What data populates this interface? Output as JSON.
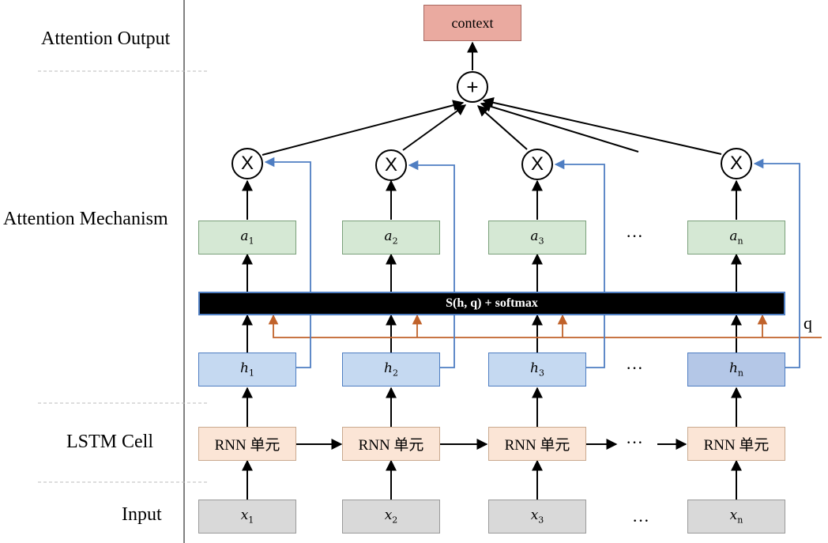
{
  "layers": {
    "output": "Attention Output",
    "mechanism": "Attention Mechanism",
    "lstm": "LSTM Cell",
    "input": "Input"
  },
  "context_label": "context",
  "sum_symbol": "+",
  "mult_symbol": "X",
  "score_label": "S(h, q) + softmax",
  "query_label": "q",
  "ellipsis": "···",
  "columns": [
    {
      "x": "x",
      "x_sub": "1",
      "rnn": "RNN 单元",
      "h": "h",
      "h_sub": "1",
      "a": "a",
      "a_sub": "1"
    },
    {
      "x": "x",
      "x_sub": "2",
      "rnn": "RNN 单元",
      "h": "h",
      "h_sub": "2",
      "a": "a",
      "a_sub": "2"
    },
    {
      "x": "x",
      "x_sub": "3",
      "rnn": "RNN 单元",
      "h": "h",
      "h_sub": "3",
      "a": "a",
      "a_sub": "3"
    },
    {
      "x": "x",
      "x_sub": "n",
      "rnn": "RNN 单元",
      "h": "h",
      "h_sub": "n",
      "a": "a",
      "a_sub": "n"
    }
  ],
  "colors": {
    "query_line": "#c0622a",
    "skip_line": "#4f7ec2",
    "arrow": "#000000"
  }
}
